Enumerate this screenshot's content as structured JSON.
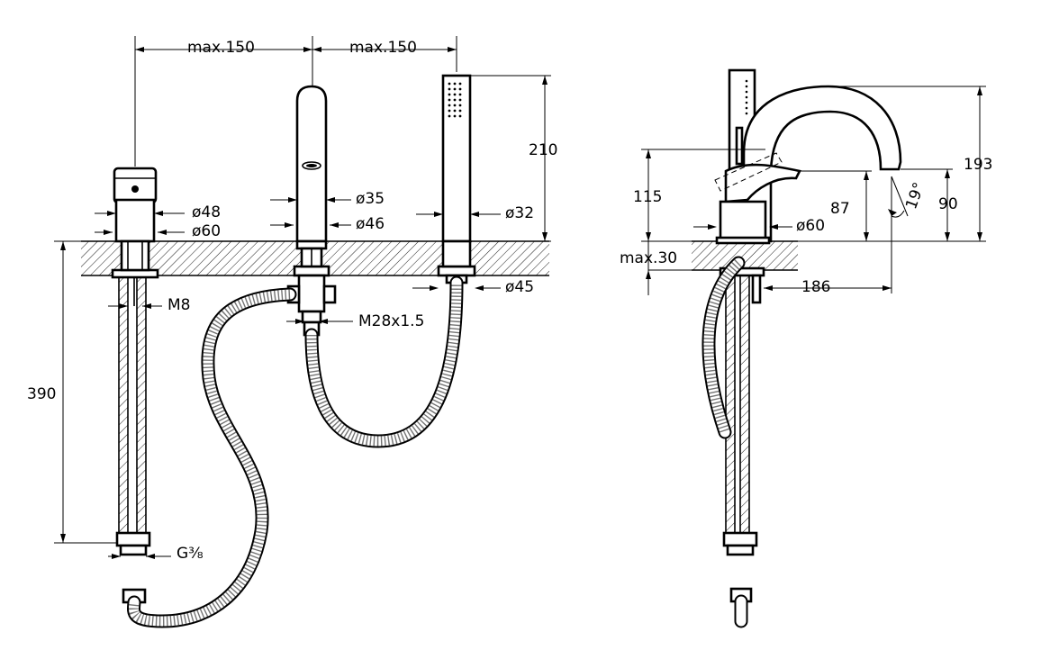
{
  "front_view": {
    "dims": {
      "spacing_left": "max.150",
      "spacing_right": "max.150",
      "handshower_height": "210",
      "spout_d35": "ø35",
      "spout_d46": "ø46",
      "handle_d48": "ø48",
      "handle_d60": "ø60",
      "handshower_d32": "ø32",
      "handshower_d45": "ø45",
      "thread_m8": "M8",
      "thread_m28": "M28x1.5",
      "hose_length": "390",
      "connection": "G⅜"
    }
  },
  "side_view": {
    "dims": {
      "total_height": "193",
      "lever_height": "115",
      "body_height": "87",
      "outlet_height": "90",
      "base_d60": "ø60",
      "deck_thickness": "max.30",
      "reach": "186",
      "angle": "19°"
    }
  }
}
